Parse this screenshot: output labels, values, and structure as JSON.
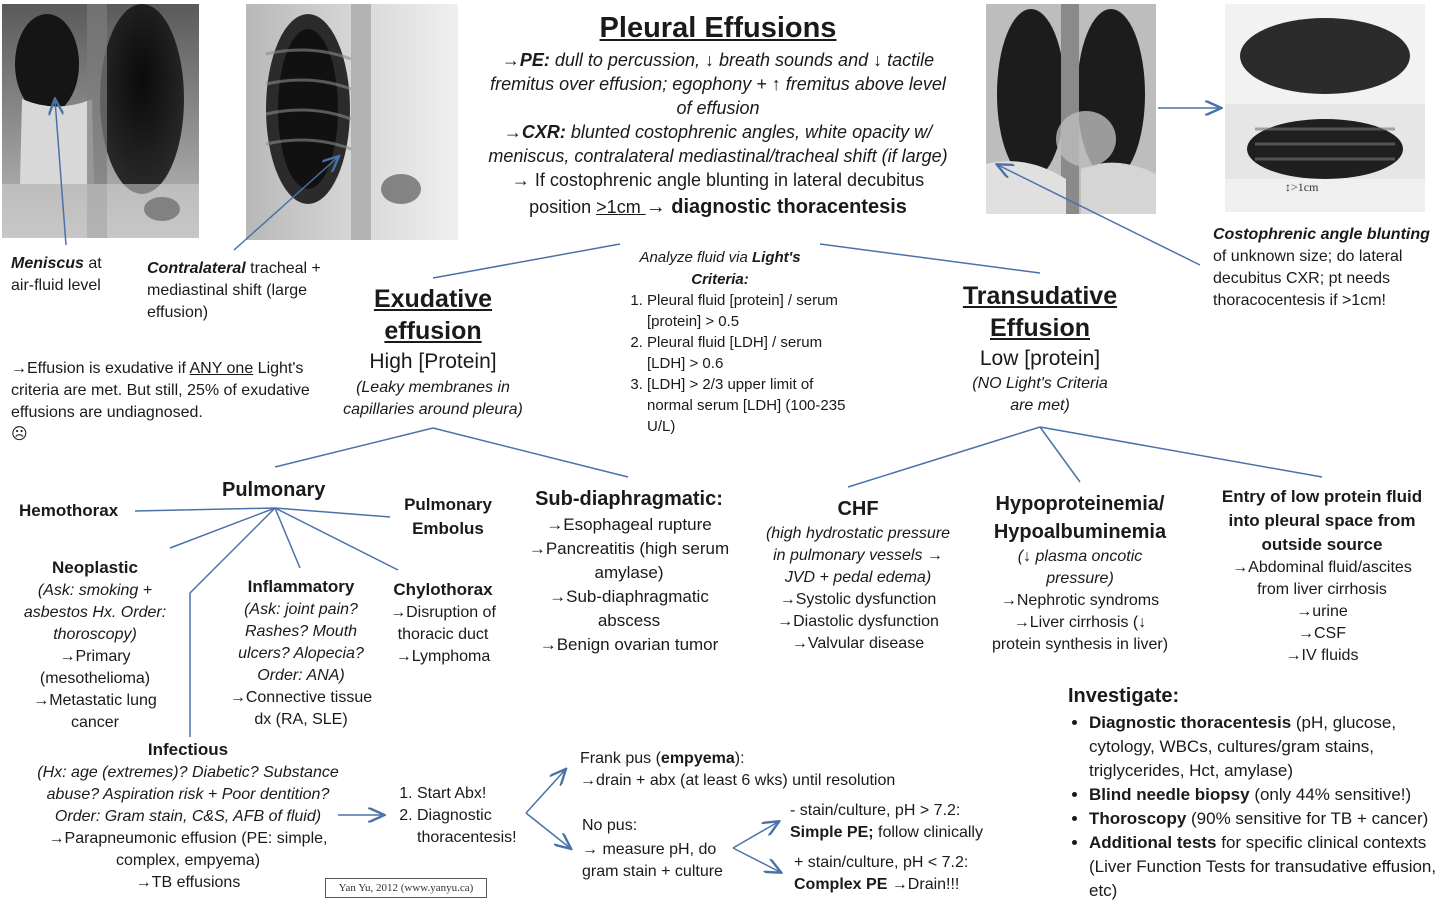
{
  "title": "Pleural Effusions",
  "exam": {
    "pe_label": "→PE:",
    "pe_text_1": " dull to percussion, ↓ breath sounds and ↓ tactile",
    "pe_text_2": "fremitus over effusion; egophony + ↑ fremitus above level",
    "pe_text_3": "of effusion",
    "cxr_label": "→CXR:",
    "cxr_text_1": " blunted costophrenic angles, white opacity w/",
    "cxr_text_2": "meniscus, contralateral mediastinal/tracheal shift (if large)",
    "decub_1": "→ If costophrenic angle blunting in lateral decubitus",
    "decub_2a": "position ",
    "decub_2b": ">1cm ",
    "decub_2c": "→ diagnostic thoracentesis"
  },
  "images": {
    "meniscus_caption_b": "Meniscus",
    "meniscus_caption": " at air-fluid level",
    "contralateral_caption_b": "Contralateral",
    "contralateral_caption": " tracheal + mediastinal shift (large effusion)",
    "blunting_caption_b": "Costophrenic angle blunting",
    "blunting_caption": " of unknown size; do lateral decubitus CXR; pt needs thoracocentesis if >1cm!",
    "ruler_label": ">1cm"
  },
  "lights": {
    "intro_1": "Analyze fluid via ",
    "intro_b1": "Light's",
    "intro_b2": "Criteria:",
    "items": [
      "Pleural fluid [protein] / serum [protein] > 0.5",
      "Pleural fluid [LDH] / serum [LDH] > 0.6",
      "[LDH] > 2/3 upper limit of normal serum [LDH] (100-235 U/L)"
    ]
  },
  "exudative": {
    "title_1": "Exudative",
    "title_2": "effusion",
    "subtitle": "High [Protein]",
    "desc": "(Leaky membranes in capillaries around pleura)"
  },
  "transudative": {
    "title_1": "Transudative",
    "title_2": "Effusion",
    "subtitle": "Low [protein]",
    "desc": "(NO Light's Criteria are met)"
  },
  "exudative_note": {
    "a": "→Effusion is exudative if ",
    "b": "ANY one",
    "c": " Light's criteria are met. But still, 25% of exudative effusions are undiagnosed.",
    "face": "☹"
  },
  "exudative_causes": {
    "hemothorax": "Hemothorax",
    "pulmonary": "Pulmonary",
    "pe_1": "Pulmonary",
    "pe_2": "Embolus",
    "neoplastic_title": "Neoplastic",
    "neoplastic_desc": "(Ask: smoking + asbestos Hx. Order: thoroscopy)",
    "neoplastic_list": "→Primary (mesothelioma) →Metastatic lung cancer",
    "inflammatory_title": "Inflammatory",
    "inflammatory_desc": "(Ask: joint pain? Rashes? Mouth ulcers? Alopecia? Order: ANA)",
    "inflammatory_list": "→Connective tissue dx (RA, SLE)",
    "chylothorax_title": "Chylothorax",
    "chylothorax_1": "→Disruption of thoracic duct",
    "chylothorax_2": "→Lymphoma",
    "subdiaph_title": "Sub-diaphragmatic:",
    "subdiaph_1": "→Esophageal rupture",
    "subdiaph_2": "→Pancreatitis (high serum amylase)",
    "subdiaph_3": "→Sub-diaphragmatic abscess",
    "subdiaph_4": "→Benign ovarian tumor"
  },
  "infectious": {
    "title": "Infectious",
    "desc": "(Hx: age (extremes)? Diabetic? Substance abuse? Aspiration risk + Poor dentition? Order: Gram stain, C&S, AFB of fluid)",
    "list_1": "→Parapneumonic effusion (PE: simple, complex, empyema)",
    "list_2": "→TB effusions",
    "steps": [
      "Start Abx!",
      "Diagnostic thoracentesis!"
    ],
    "pus_a": "Frank pus (",
    "pus_b": "empyema",
    "pus_c": "):",
    "pus_2": "→drain + abx (at least 6 wks) until resolution",
    "nopus_1": "No pus:",
    "nopus_2": "→ measure pH, do gram stain + culture",
    "simple_1": "- stain/culture, pH > 7.2:",
    "simple_2b": "Simple PE;",
    "simple_2": " follow clinically",
    "complex_1": "+ stain/culture, pH < 7.2:",
    "complex_2b": "Complex PE",
    "complex_2": " →Drain!!!"
  },
  "credit": "Yan Yu, 2012 (www.yanyu.ca)",
  "transudative_causes": {
    "chf_title": "CHF",
    "chf_desc": "(high hydrostatic pressure in pulmonary vessels → JVD + pedal edema)",
    "chf_1": "→Systolic dysfunction",
    "chf_2": "→Diastolic dysfunction",
    "chf_3": "→Valvular disease",
    "hypo_title_1": "Hypoproteinemia/",
    "hypo_title_2": "Hypoalbuminemia",
    "hypo_desc": "(↓ plasma oncotic pressure)",
    "hypo_1": "→Nephrotic syndroms",
    "hypo_2": "→Liver cirrhosis (↓ protein synthesis in liver)",
    "entry_title": "Entry of low protein fluid into pleural space from outside source",
    "entry_1": "→Abdominal fluid/ascites from liver cirrhosis",
    "entry_2": "→urine",
    "entry_3": "→CSF",
    "entry_4": "→IV fluids"
  },
  "investigate": {
    "title": "Investigate:",
    "items": [
      {
        "b": "Diagnostic thoracentesis",
        "t": " (pH, glucose, cytology, WBCs, cultures/gram stains, triglycerides, Hct, amylase)"
      },
      {
        "b": "Blind needle biopsy",
        "t": " (only 44% sensitive!)"
      },
      {
        "b": "Thoroscopy",
        "t": " (90% sensitive for TB + cancer)"
      },
      {
        "b": "Additional tests",
        "t": " for specific clinical contexts (Liver Function Tests for transudative effusion, etc)"
      }
    ]
  },
  "colors": {
    "arrow": "#4a72a8",
    "line": "#4a72a8",
    "text": "#1a1a1a"
  }
}
